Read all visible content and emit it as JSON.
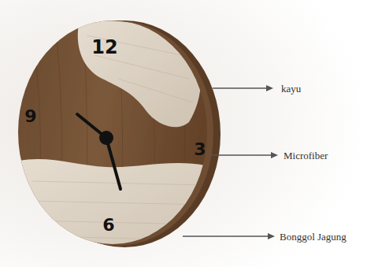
{
  "diagram": {
    "labels": [
      "12",
      "9",
      "3",
      "6",
      "kayu",
      "Microfiber",
      "Bonggol Jagung"
    ]
  }
}
